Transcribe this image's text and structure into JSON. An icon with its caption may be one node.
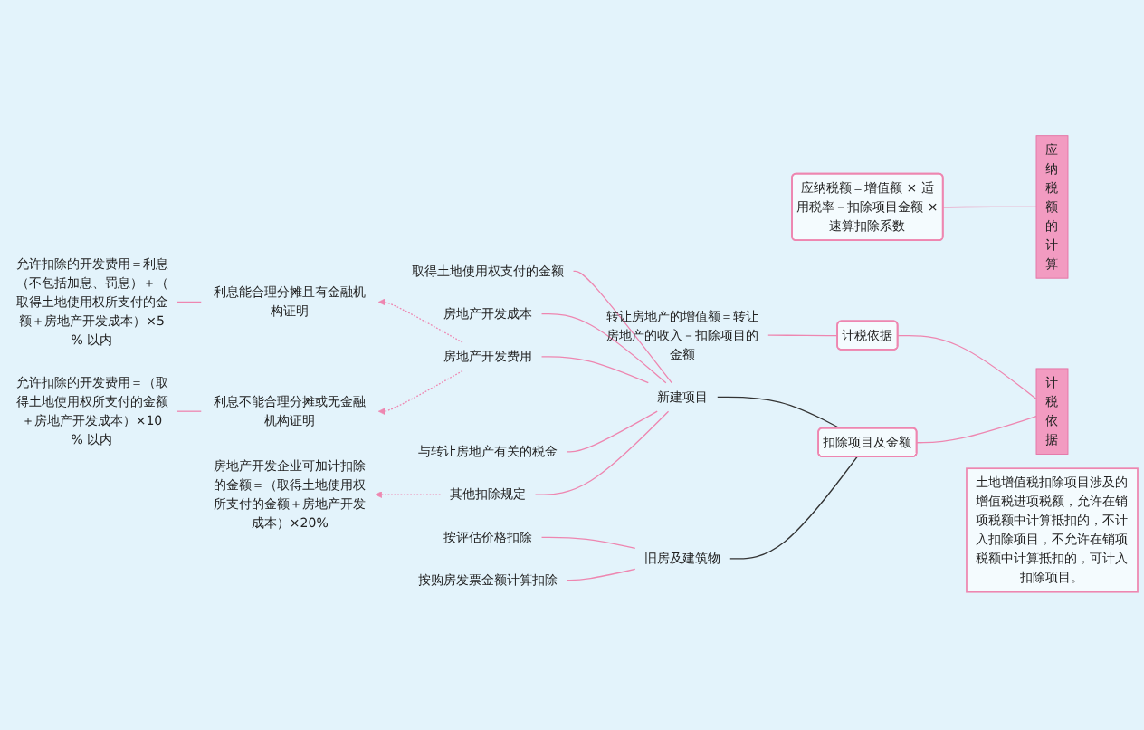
{
  "diagram": {
    "nodes": [
      {
        "text": [
          "计税依据"
        ]
      },
      {
        "text": [
          "计税依据"
        ]
      },
      {
        "text": [
          "转让房地产的增值额＝转让房地产的收入－扣除项目的金额"
        ]
      },
      {
        "text": [
          "扣除项目及金额"
        ]
      },
      {
        "text": [
          "新建项目"
        ]
      },
      {
        "text": [
          "取得土地使用权支付的金额"
        ]
      },
      {
        "text": [
          "房地产开发成本"
        ]
      },
      {
        "text": [
          "房地产开发费用"
        ]
      },
      {
        "text": [
          "利息能合理分摊且有金融机构证明"
        ]
      },
      {
        "text": [
          "允许扣除的开发费用＝利息（不包括加息、罚息）＋（取得土地使用权所支付的金额＋房地产开发成本）×5% 以内"
        ]
      },
      {
        "text": [
          "利息不能合理分摊或无金融机构证明"
        ]
      },
      {
        "text": [
          "允许扣除的开发费用＝（取得土地使用权所支付的金额＋房地产开发成本）×10% 以内"
        ]
      },
      {
        "text": [
          "与转让房地产有关的税金"
        ]
      },
      {
        "text": [
          "其他扣除规定"
        ]
      },
      {
        "text": [
          "房地产开发企业可加计扣除的金额＝（取得土地使用权所支付的金额＋房地产开发成本）×20%"
        ]
      },
      {
        "text": [
          "旧房及建筑物"
        ]
      },
      {
        "text": [
          "按评估价格扣除"
        ]
      },
      {
        "text": [
          "按购房发票金额计算扣除"
        ]
      },
      {
        "text": [
          "应纳税额的计算"
        ]
      },
      {
        "text": [
          "应纳税额＝增值额 × 适用税率－扣除项目金额 × 速算扣除系数"
        ]
      },
      {
        "text": [
          "土地增值税扣除项目涉及的增值税进项税额，允许在销项税额中计算抵扣的，不计入扣除项目，不允许在销项税额中计算抵扣的，可计入扣除项目。"
        ]
      }
    ],
    "edges": [
      {
        "from": 0,
        "to": 1,
        "arrow": "none"
      },
      {
        "from": 1,
        "to": 2,
        "arrow": "none"
      },
      {
        "from": 0,
        "to": 3,
        "arrow": "none"
      },
      {
        "from": 3,
        "to": 4,
        "arrow": "none",
        "color": "#333333"
      },
      {
        "from": 4,
        "to": 5,
        "arrow": "none"
      },
      {
        "from": 4,
        "to": 6,
        "arrow": "none"
      },
      {
        "from": 4,
        "to": 7,
        "arrow": "none"
      },
      {
        "from": 7,
        "to": 8,
        "arrow": "to",
        "style": "dashed"
      },
      {
        "from": 8,
        "to": 9,
        "arrow": "none"
      },
      {
        "from": 7,
        "to": 10,
        "arrow": "to",
        "style": "dashed"
      },
      {
        "from": 10,
        "to": 11,
        "arrow": "none"
      },
      {
        "from": 4,
        "to": 12,
        "arrow": "none"
      },
      {
        "from": 4,
        "to": 13,
        "arrow": "none"
      },
      {
        "from": 13,
        "to": 14,
        "arrow": "to",
        "style": "dashed"
      },
      {
        "from": 3,
        "to": 15,
        "arrow": "none",
        "color": "#333333"
      },
      {
        "from": 15,
        "to": 16,
        "arrow": "none"
      },
      {
        "from": 15,
        "to": 17,
        "arrow": "none"
      },
      {
        "from": 18,
        "to": 19,
        "arrow": "none"
      }
    ]
  }
}
